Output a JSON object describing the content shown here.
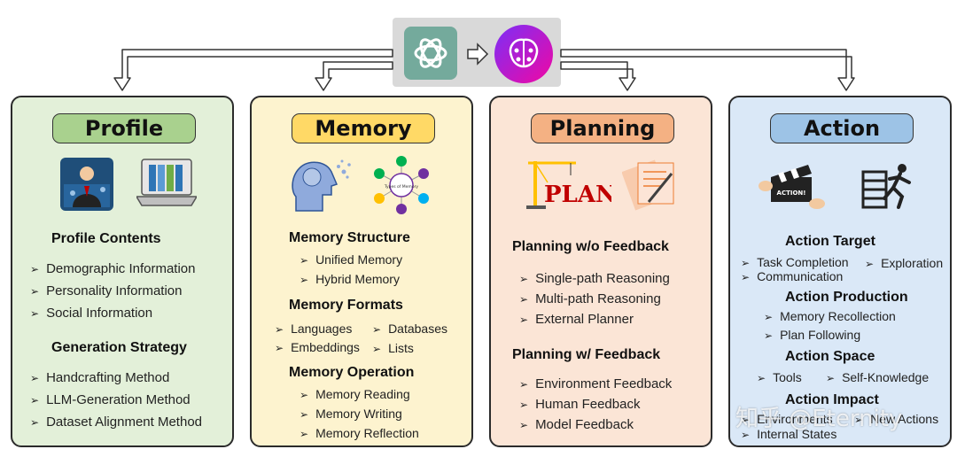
{
  "colors": {
    "profile_panel": "#e3f0d9",
    "profile_pill": "#a9d18e",
    "memory_panel": "#fdf3cf",
    "memory_pill": "#ffd966",
    "planning_panel": "#fbe5d6",
    "planning_pill": "#f4b183",
    "action_panel": "#dae8f7",
    "action_pill": "#9dc3e6"
  },
  "top": {
    "left_icon": "openai-logo-icon",
    "arrow_icon": "right-arrow-icon",
    "right_icon": "ai-brain-icon"
  },
  "profile": {
    "title": "Profile",
    "sections": [
      {
        "heading": "Profile Contents",
        "items": [
          "Demographic Information",
          "Personality Information",
          "Social Information"
        ]
      },
      {
        "heading": "Generation Strategy",
        "items": [
          "Handcrafting Method",
          "LLM-Generation Method",
          "Dataset  Alignment Method"
        ]
      }
    ]
  },
  "memory": {
    "title": "Memory",
    "icon_label": "Types of Memory",
    "structure": {
      "heading": "Memory Structure",
      "items": [
        "Unified Memory",
        "Hybrid Memory"
      ]
    },
    "formats": {
      "heading": "Memory Formats",
      "items": [
        "Languages",
        "Databases",
        "Embeddings",
        "Lists"
      ]
    },
    "operation": {
      "heading": "Memory Operation",
      "items": [
        "Memory Reading",
        "Memory Writing",
        "Memory Reflection"
      ]
    }
  },
  "planning": {
    "title": "Planning",
    "icon_label": "PLAN",
    "without_feedback": {
      "heading": "Planning w/o Feedback",
      "items": [
        "Single-path Reasoning",
        "Multi-path Reasoning",
        "External Planner"
      ]
    },
    "with_feedback": {
      "heading": "Planning w/ Feedback",
      "items": [
        "Environment Feedback",
        "Human Feedback",
        "Model Feedback"
      ]
    }
  },
  "action": {
    "title": "Action",
    "clapper_label": "ACTION!",
    "target": {
      "heading": "Action Target",
      "items": [
        "Task Completion",
        "Exploration",
        "Communication"
      ]
    },
    "production": {
      "heading": "Action Production",
      "items": [
        "Memory Recollection",
        "Plan Following"
      ]
    },
    "space": {
      "heading": "Action Space",
      "items": [
        "Tools",
        "Self-Knowledge"
      ]
    },
    "impact": {
      "heading": "Action Impact",
      "items": [
        "Environments",
        "New Actions",
        "Internal States"
      ]
    }
  },
  "watermark": "知乎 @Eternity"
}
